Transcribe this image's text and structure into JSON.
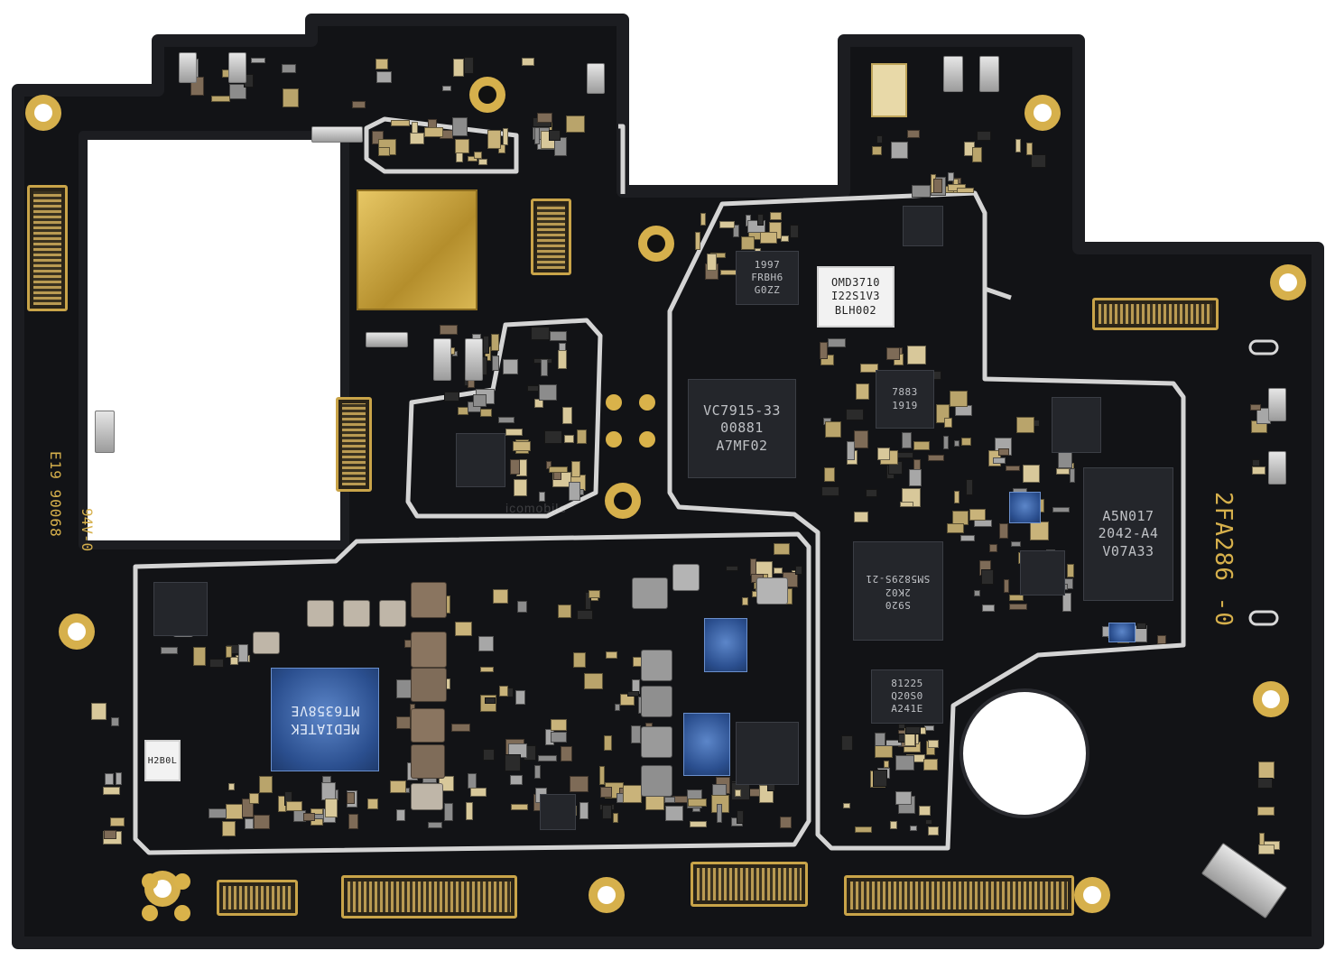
{
  "watermark": "icomobile",
  "markings": {
    "flammability": "94V-0",
    "lot": "E19 90068",
    "board_id": "2FA286 -0"
  },
  "chips": {
    "omd": [
      "OMD3710",
      "I22S1V3",
      "BLH002"
    ],
    "fr": [
      "1997",
      "FRBH6",
      "G0ZZ"
    ],
    "vc": [
      "VC7915-33",
      "00881",
      "A7MF02"
    ],
    "c7883": [
      "7883",
      "1919"
    ],
    "a5n": [
      "A5N017",
      "2042-A4",
      "V07A33"
    ],
    "mtk": [
      "MEDIATEK",
      "MT6358VE"
    ],
    "sam": [
      "S920",
      "2K02",
      "SM5829S-21"
    ],
    "c81225": [
      "81225",
      "Q20S0",
      "A241E"
    ],
    "mic": [
      "H2B0L"
    ]
  },
  "colors": {
    "board": "#121316",
    "shield": "#d9d9d9",
    "gold": "#d6b04c",
    "background": "#ffffff"
  }
}
